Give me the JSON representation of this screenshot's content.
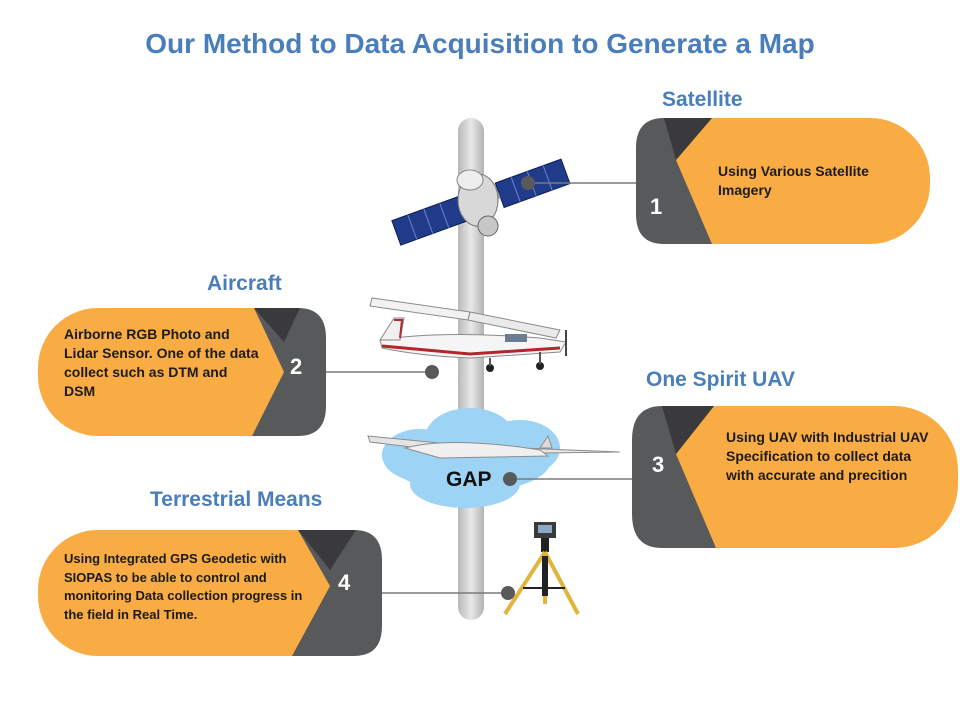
{
  "title": "Our Method to Data Acquisition to Generate a Map",
  "methods": [
    {
      "number": "1",
      "heading": "Satellite",
      "text": "Using Various Satellite Imagery"
    },
    {
      "number": "2",
      "heading": "Aircraft",
      "text": "Airborne RGB Photo and Lidar Sensor. One of the data collect such as DTM and DSM"
    },
    {
      "number": "3",
      "heading": "One Spirit UAV",
      "text": "Using UAV with Industrial UAV Specification to collect data with accurate and precition"
    },
    {
      "number": "4",
      "heading": "Terrestrial Means",
      "text": "Using Integrated GPS Geodetic with SIOPAS to be able to control and monitoring Data collection progress in the field in Real Time."
    }
  ],
  "cloud_label": "GAP",
  "colors": {
    "title": "#4a7ebb",
    "card_fill": "#f9ac44",
    "dark": "#58595b",
    "darker": "#3a3a3c"
  },
  "illustrations": [
    "satellite-illustration",
    "aircraft-illustration",
    "uav-illustration",
    "tripod-illustration"
  ]
}
